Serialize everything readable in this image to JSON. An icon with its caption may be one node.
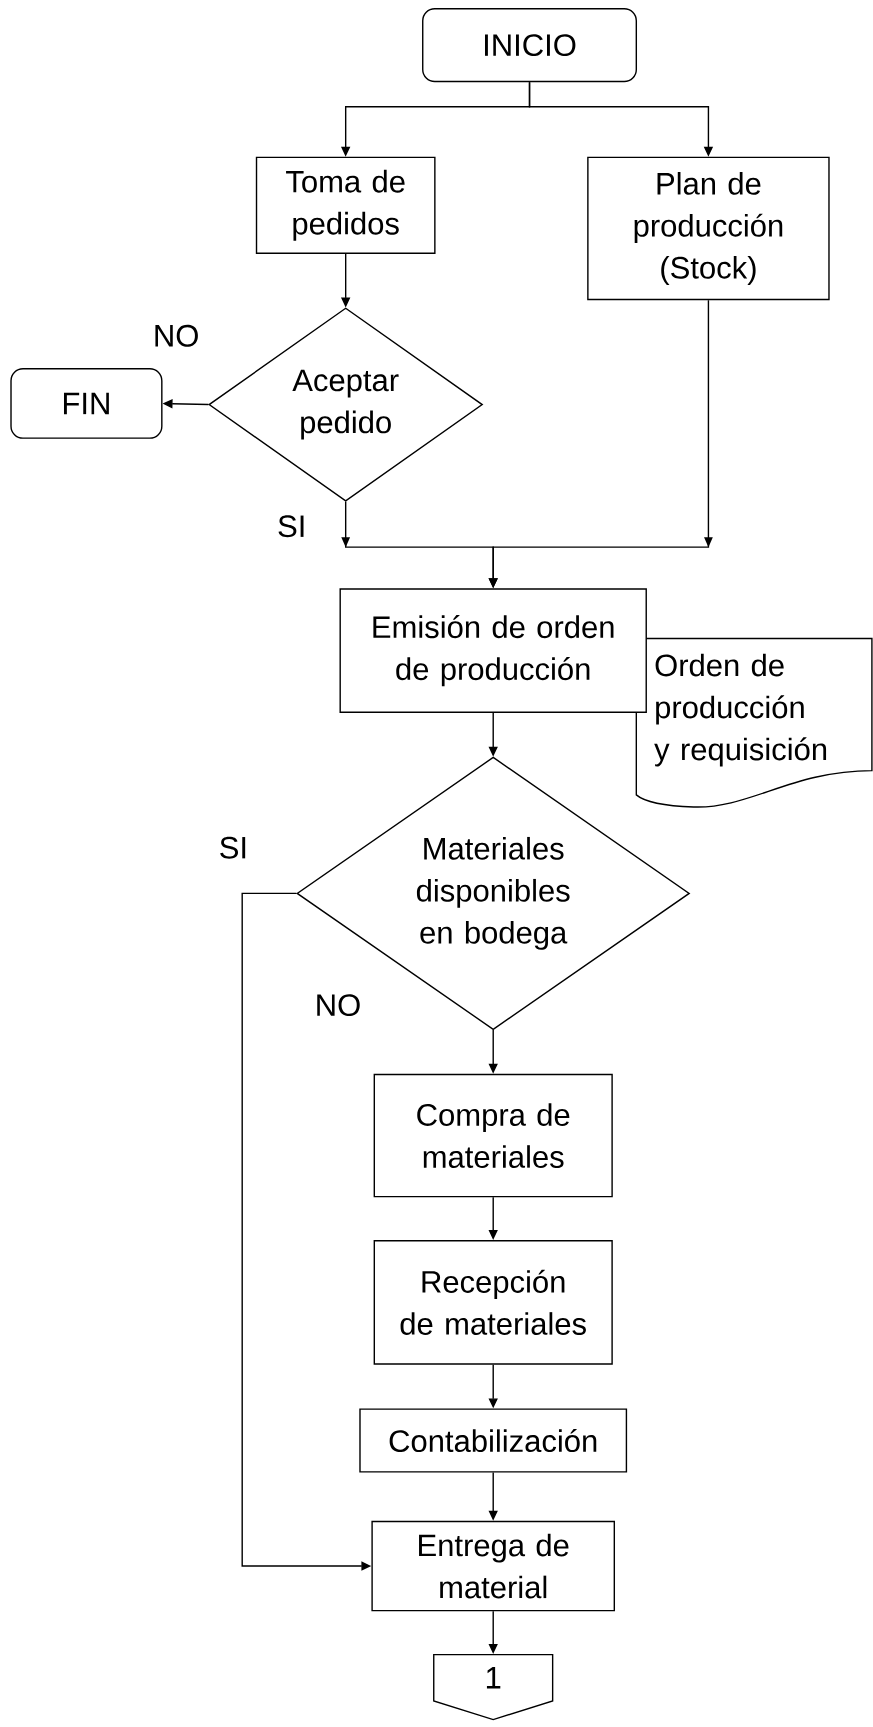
{
  "diagram": {
    "nodes": [
      {
        "text": [
          "INICIO"
        ]
      },
      {
        "text": [
          "Toma de pedidos"
        ]
      },
      {
        "text": [
          "Plan de producción (Stock)"
        ]
      },
      {
        "text": [
          "Aceptar pedido"
        ]
      },
      {
        "text": [
          "FIN"
        ]
      },
      {
        "text": [
          "Emisión de orden de producción"
        ]
      },
      {
        "text": [
          "Orden de producción y requisición"
        ]
      },
      {
        "text": [
          "Materiales disponibles en bodega"
        ]
      },
      {
        "text": [
          "Compra de materiales"
        ]
      },
      {
        "text": [
          "Recepción de materiales"
        ]
      },
      {
        "text": [
          "Contabilización"
        ]
      },
      {
        "text": [
          "Entrega de material"
        ]
      },
      {
        "text": [
          "1"
        ]
      }
    ],
    "edges": [
      {
        "from": 0,
        "to": 1,
        "arrow": "to"
      },
      {
        "from": 0,
        "to": 2,
        "arrow": "to"
      },
      {
        "from": 1,
        "to": 3,
        "arrow": "to"
      },
      {
        "from": 3,
        "to": 4,
        "arrow": "to",
        "label": "NO"
      },
      {
        "from": 3,
        "to": 5,
        "arrow": "to",
        "label": "SI"
      },
      {
        "from": 2,
        "to": 5,
        "arrow": "to"
      },
      {
        "from": 5,
        "to": 7,
        "arrow": "to"
      },
      {
        "from": 7,
        "to": 8,
        "arrow": "to",
        "label": "NO"
      },
      {
        "from": 7,
        "to": 11,
        "arrow": "to",
        "label": "SI"
      },
      {
        "from": 8,
        "to": 9,
        "arrow": "to"
      },
      {
        "from": 9,
        "to": 10,
        "arrow": "to"
      },
      {
        "from": 10,
        "to": 11,
        "arrow": "to"
      },
      {
        "from": 11,
        "to": 12,
        "arrow": "to"
      }
    ]
  }
}
